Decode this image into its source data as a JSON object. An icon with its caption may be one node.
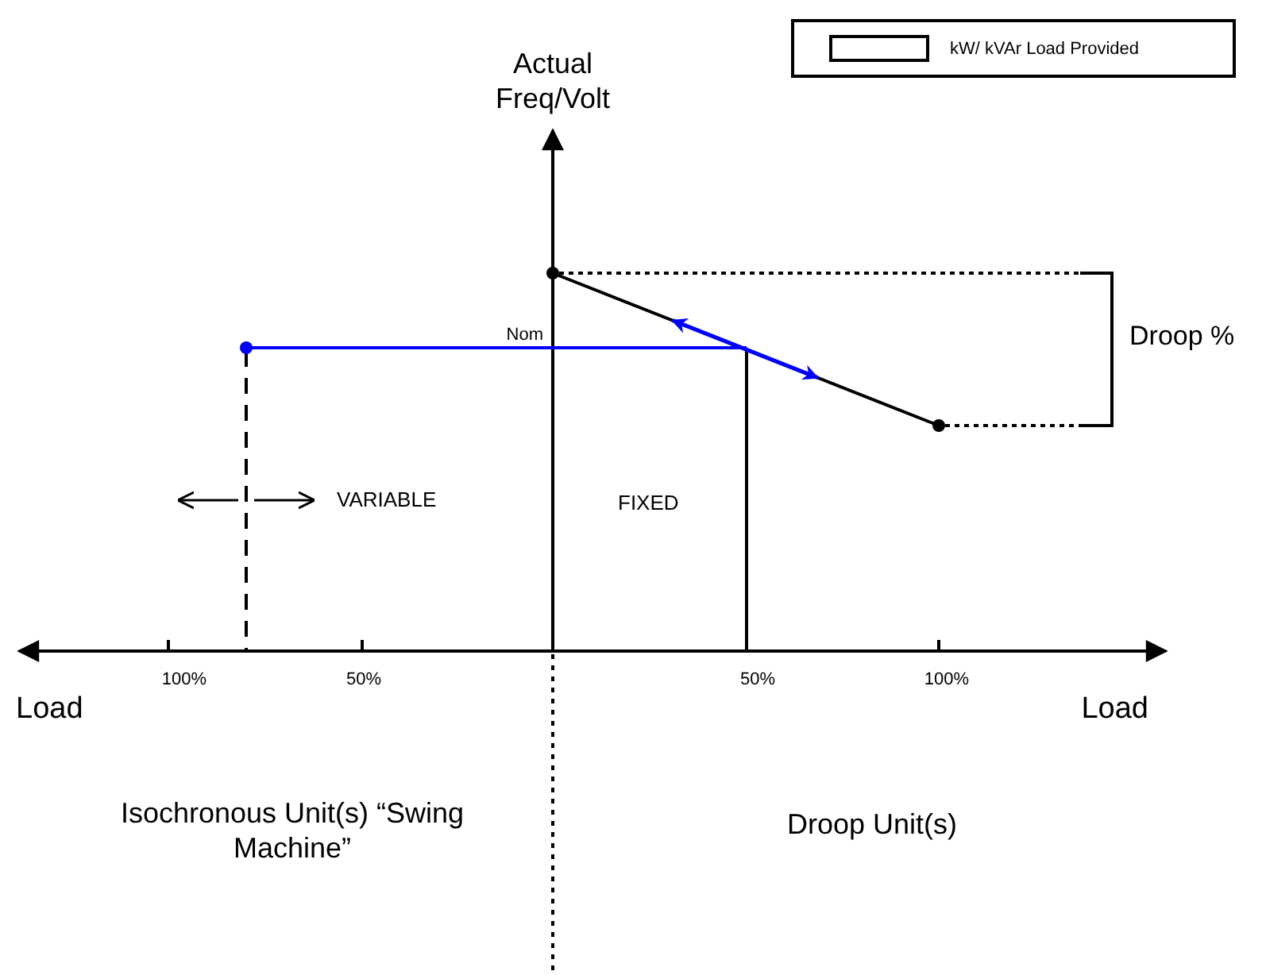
{
  "diagram": {
    "labels": [
      "Actual Freq/Volt",
      "Nom",
      "Droop %",
      "VARIABLE",
      "FIXED",
      "100%",
      "50%",
      "50%",
      "100%",
      "Load",
      "Load",
      "Isochronous Unit(s) “Swing Machine”",
      "Droop Unit(s)"
    ],
    "legend": [
      {
        "text": "kW/ kVAr Load Provided"
      }
    ]
  }
}
